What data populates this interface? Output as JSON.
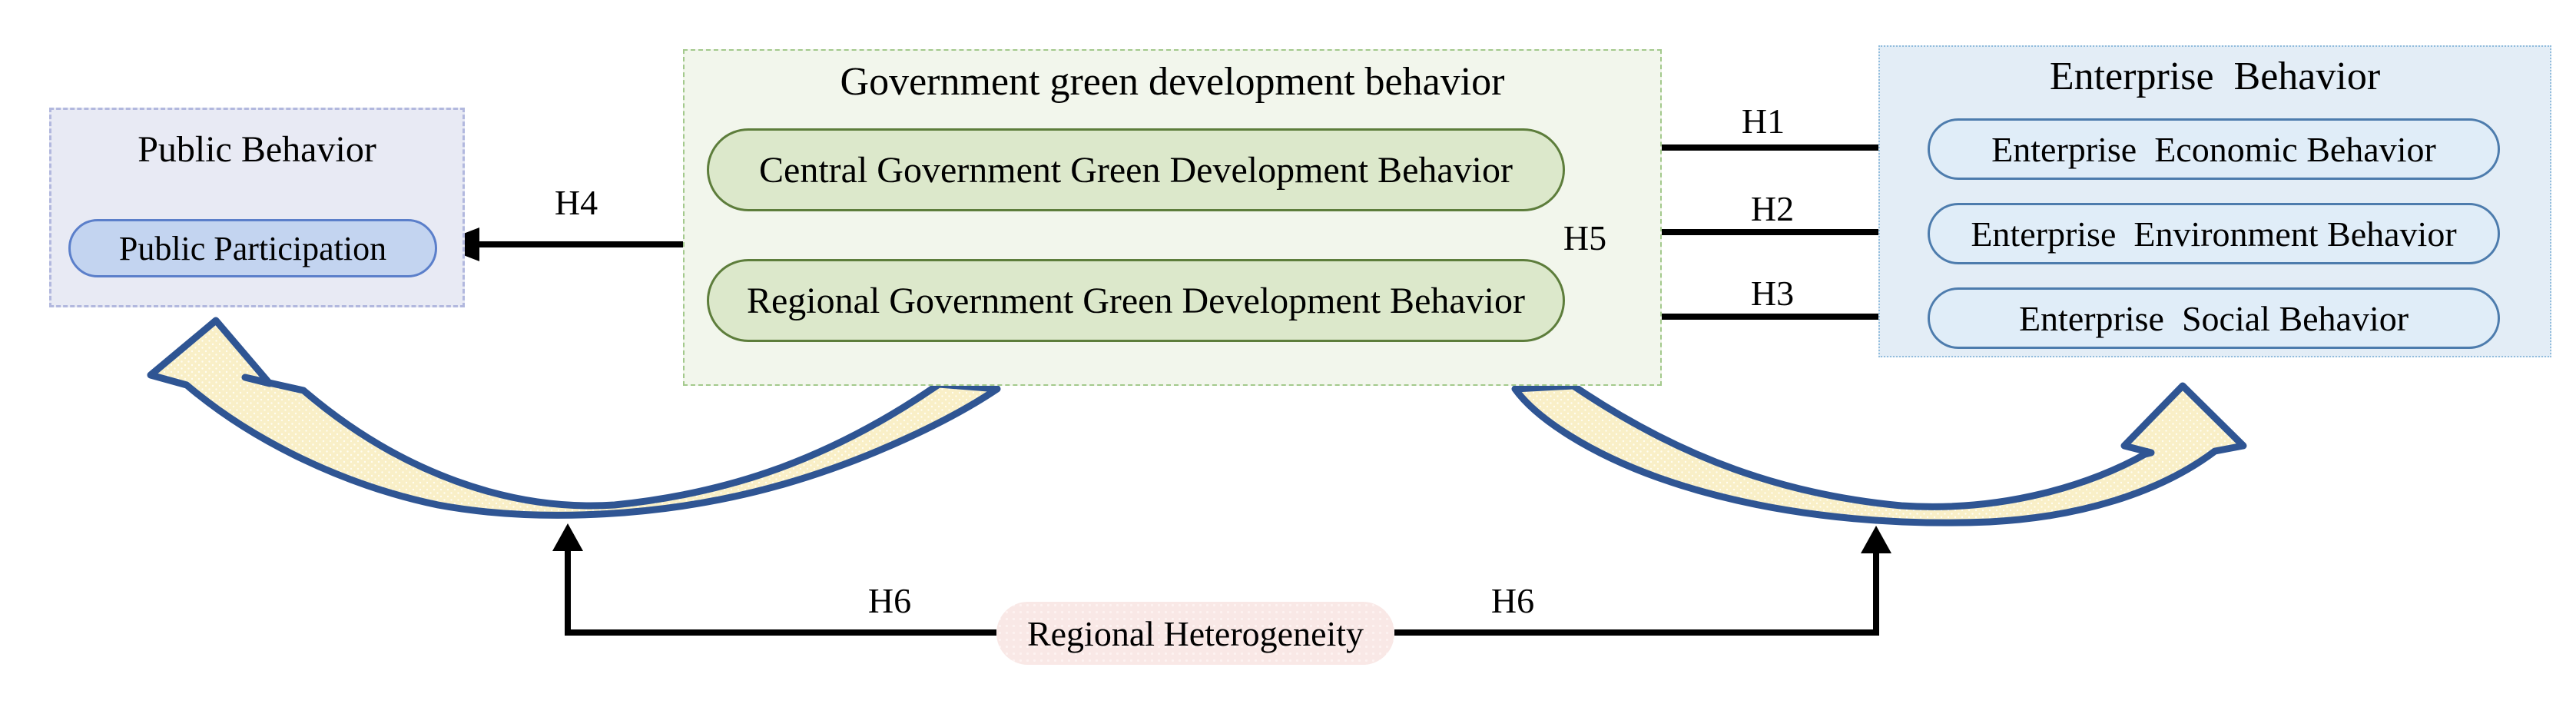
{
  "figure": {
    "public_box": {
      "title": "Public Behavior",
      "pill": "Public Participation"
    },
    "government_box": {
      "title": "Government green development behavior",
      "pills": [
        "Central Government Green Development Behavior",
        "Regional Government Green Development Behavior"
      ]
    },
    "enterprise_box": {
      "title": "Enterprise  Behavior",
      "pills": [
        "Enterprise  Economic Behavior",
        "Enterprise  Environment Behavior",
        "Enterprise  Social Behavior"
      ]
    },
    "moderator": "Regional Heterogeneity",
    "hypotheses": {
      "h1": "H1",
      "h2": "H2",
      "h3": "H3",
      "h4": "H4",
      "h5": "H5",
      "h6_left": "H6",
      "h6_right": "H6"
    },
    "colors": {
      "public_box_fill": "#e8eaf4",
      "public_box_border": "#b2b8de",
      "public_pill_fill": "#c3d4f0",
      "public_pill_border": "#5b7fca",
      "government_box_fill": "#f2f6ec",
      "government_box_border": "#a3c98c",
      "government_pill_fill": "#dce8cb",
      "government_pill_border": "#5d7d3b",
      "enterprise_box_fill": "#e3edf6",
      "enterprise_box_border": "#92bddd",
      "enterprise_pill_fill": "#e0edf8",
      "enterprise_pill_border": "#4d7cad",
      "moderator_fill": "#f9e8e6",
      "swoosh_fill": "#f9efc7",
      "swoosh_stroke": "#2f5593",
      "arrow_color": "#000000"
    }
  }
}
